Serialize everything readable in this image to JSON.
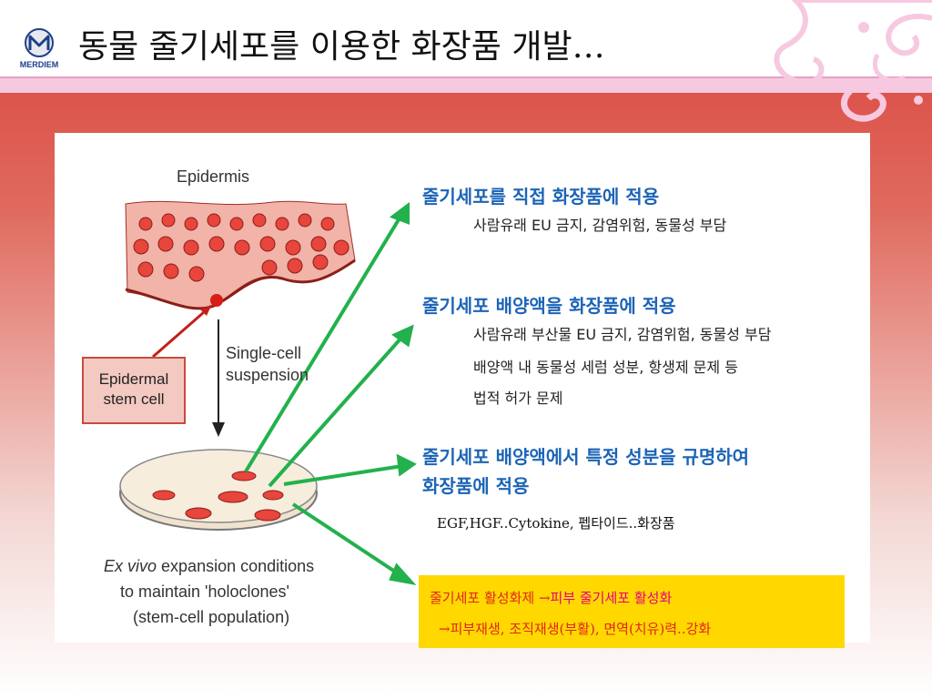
{
  "header": {
    "title": "동물 줄기세포를 이용한 화장품 개발…",
    "logo_text": "MERDIEM"
  },
  "diagram": {
    "epidermis_label": "Epidermis",
    "suspension_label_line1": "Single-cell",
    "suspension_label_line2": "suspension",
    "stem_cell_label_line1": "Epidermal",
    "stem_cell_label_line2": "stem cell",
    "caption_line1_italic": "Ex vivo",
    "caption_line1_rest": " expansion conditions",
    "caption_line2": "to maintain 'holoclones'",
    "caption_line3": "(stem-cell population)"
  },
  "items": [
    {
      "heading": "줄기세포를 직접 화장품에 적용",
      "lines": [
        "사람유래 EU 금지, 감염위험, 동물성 부담"
      ]
    },
    {
      "heading": "줄기세포 배양액을 화장품에 적용",
      "lines": [
        "사람유래 부산물 EU 금지, 감염위험, 동물성 부담",
        "배양액 내 동물성 세럼 성분, 항생제 문제 등",
        "법적 허가 문제"
      ]
    },
    {
      "heading_line1": "줄기세포 배양액에서 특정 성분을 규명하여",
      "heading_line2": "화장품에 적용",
      "note": "EGF,HGF..Cytokine, 펩타이드..화장품"
    }
  ],
  "highlight": {
    "line1_part1": "줄기세포 활성화제 ",
    "arrow": "→",
    "line1_part2": "피부 줄기세포 활성화",
    "line2": "피부재생, 조직재생(부활), 면역(치유)력..강화"
  },
  "colors": {
    "heading_blue": "#1c64b6",
    "arrow_green": "#22b14c",
    "highlight_yellow": "#ffd800",
    "text_red": "#e0261b",
    "text_magenta": "#e6007e"
  }
}
